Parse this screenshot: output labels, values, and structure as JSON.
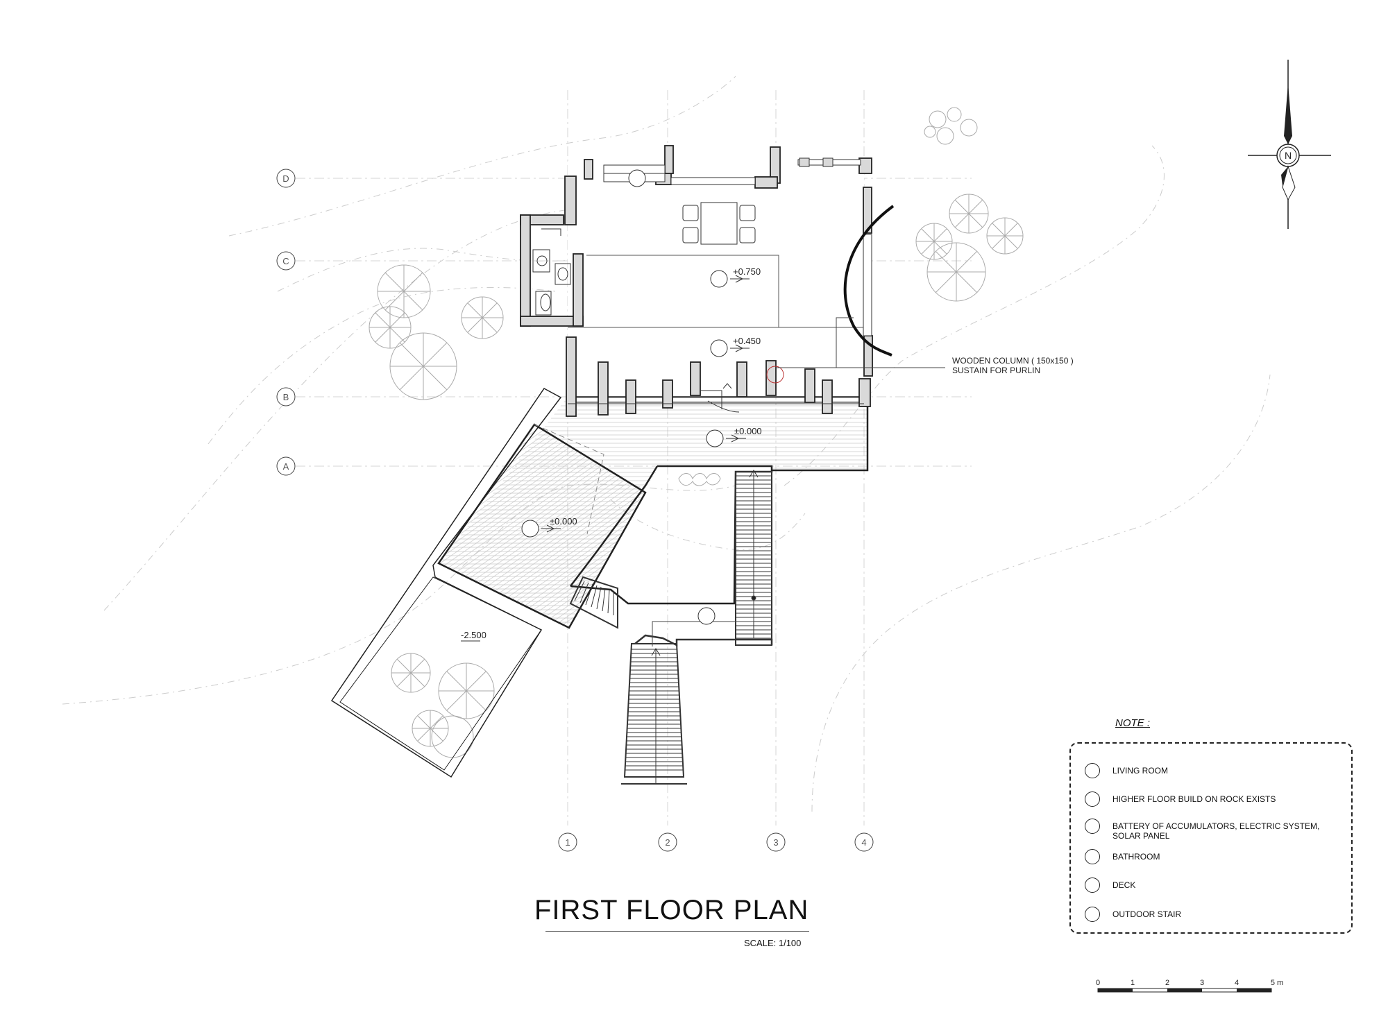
{
  "drawing": {
    "title": "FIRST FLOOR PLAN",
    "scale": "SCALE: 1/100"
  },
  "grid": {
    "rows": [
      "D",
      "C",
      "B",
      "A"
    ],
    "columns": [
      "1",
      "2",
      "3",
      "4"
    ]
  },
  "levels": {
    "living": "+0.750",
    "mid": "+0.450",
    "deck": "±0.000",
    "lower_deck": "±0.000",
    "garden": "-2.500"
  },
  "annotation": {
    "line1": "WOODEN COLUMN ( 150x150 )",
    "line2": "SUSTAIN FOR PURLIN"
  },
  "north_arrow": {
    "letter": "N"
  },
  "notes": {
    "heading": "NOTE :",
    "items": [
      "LIVING ROOM",
      "HIGHER FLOOR BUILD ON ROCK EXISTS",
      "BATTERY OF ACCUMULATORS, ELECTRIC SYSTEM, SOLAR PANEL",
      "BATHROOM",
      "DECK",
      "OUTDOOR STAIR"
    ]
  },
  "scale_bar": {
    "ticks": [
      "0",
      "1",
      "2",
      "3",
      "4",
      "5 m"
    ]
  }
}
